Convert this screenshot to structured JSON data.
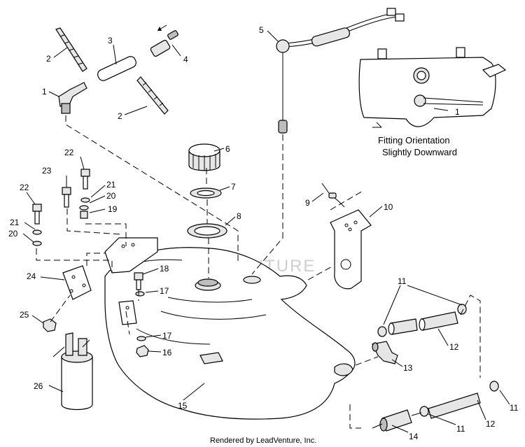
{
  "diagram": {
    "callouts": [
      "1",
      "2",
      "3",
      "4",
      "5",
      "6",
      "7",
      "8",
      "9",
      "10",
      "11",
      "12",
      "13",
      "14",
      "15",
      "16",
      "17",
      "18",
      "19",
      "20",
      "21",
      "22",
      "23",
      "24",
      "25",
      "26"
    ],
    "inset_callout": "1",
    "inset_note_line1": "Fitting Orientation",
    "inset_note_line2": "Slightly Downward",
    "watermark": "LEADVENTURE",
    "footer": "Rendered by LeadVenture, Inc."
  }
}
